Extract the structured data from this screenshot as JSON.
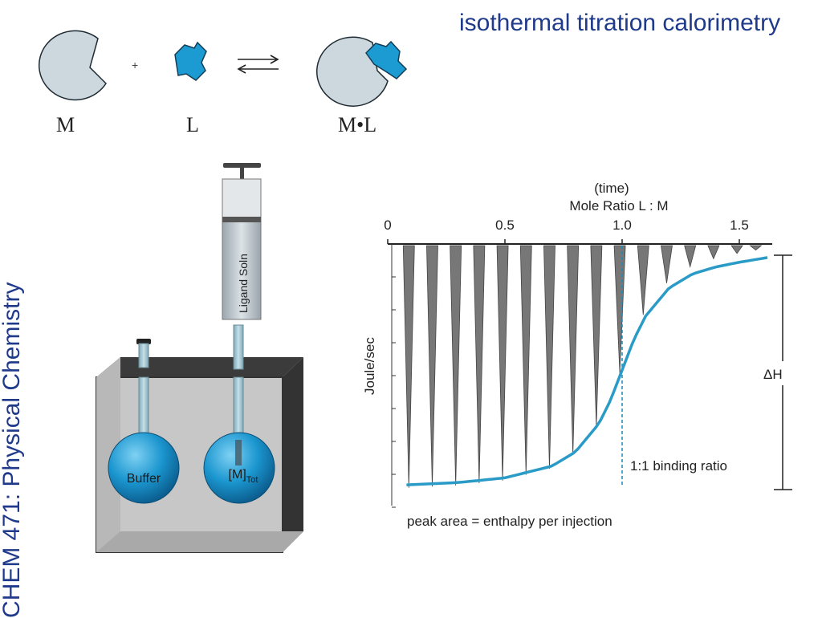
{
  "title": "isothermal titration calorimetry",
  "course": "CHEM 471: Physical Chemistry",
  "reaction": {
    "macromolecule": "M",
    "ligand": "L",
    "plus": "+",
    "complex": "M•L",
    "arrow_icon": "equilibrium-arrows"
  },
  "apparatus": {
    "syringe_label": "Ligand Soln",
    "reference_cell_label": "Buffer",
    "sample_cell_label": "[M]",
    "sample_cell_subscript": "Tot"
  },
  "chart_data": {
    "type": "line",
    "title": "",
    "x_top_label_1": "(time)",
    "x_top_label_2": "Mole Ratio L : M",
    "ylabel": "Joule/sec",
    "x_ticks": [
      "0",
      "0.5",
      "1.0",
      "1.5"
    ],
    "xlim": [
      0,
      1.65
    ],
    "injection_peaks_mole_ratio": [
      0.09,
      0.19,
      0.29,
      0.39,
      0.49,
      0.59,
      0.69,
      0.79,
      0.89,
      0.99,
      1.09,
      1.19,
      1.29,
      1.39,
      1.49,
      1.57
    ],
    "series": [
      {
        "name": "",
        "color": "#2a9bc7",
        "x": [
          0.08,
          0.3,
          0.5,
          0.7,
          0.8,
          0.9,
          0.95,
          1.0,
          1.05,
          1.1,
          1.2,
          1.3,
          1.4,
          1.5,
          1.62
        ],
        "y": [
          0.98,
          0.97,
          0.95,
          0.9,
          0.84,
          0.72,
          0.62,
          0.49,
          0.36,
          0.26,
          0.14,
          0.08,
          0.05,
          0.03,
          0.01
        ]
      }
    ],
    "peak_color": "#777777",
    "annotations": {
      "delta_h": "ΔH",
      "binding_ratio": "1:1 binding ratio",
      "binding_ratio_x": 1.0,
      "peak_area": "peak area = enthalpy per injection"
    }
  }
}
